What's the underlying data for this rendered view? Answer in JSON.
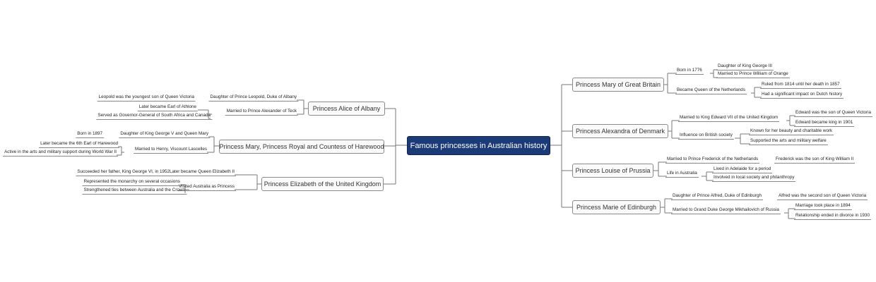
{
  "center": "Famous princesses in Australian history",
  "right": [
    {
      "title": "Princess Mary of Great Britain",
      "subs": [
        {
          "label": "Born in 1776",
          "children": [
            "Daughter of King George III",
            "Married to Prince William of Orange"
          ]
        },
        {
          "label": "Became Queen of the Netherlands",
          "children": [
            "Ruled from 1814 until her death in 1857",
            "Had a significant impact on Dutch history"
          ]
        }
      ]
    },
    {
      "title": "Princess Alexandra of Denmark",
      "subs": [
        {
          "label": "Married to King Edward VII of the United Kingdom",
          "children": [
            "Edward was the son of Queen Victoria",
            "Edward became king in 1901"
          ]
        },
        {
          "label": "Influence on British society",
          "children": [
            "Known for her beauty and charitable work",
            "Supported the arts and military welfare"
          ]
        }
      ]
    },
    {
      "title": "Princess Louise of Prussia",
      "subs": [
        {
          "label": "Married to Prince Frederick of the Netherlands",
          "children": [
            "Frederick was the son of King William II"
          ]
        },
        {
          "label": "Life in Australia",
          "children": [
            "Lived in Adelaide for a period",
            "Involved in local society and philanthropy"
          ]
        }
      ]
    },
    {
      "title": "Princess Marie of Edinburgh",
      "subs": [
        {
          "label": "Daughter of Prince Alfred, Duke of Edinburgh",
          "children": [
            "Alfred was the second son of Queen Victoria"
          ]
        },
        {
          "label": "Married to Grand Duke George Mikhailovich of Russia",
          "children": [
            "Marriage took place in 1894",
            "Relationship ended in divorce in 1930"
          ]
        }
      ]
    }
  ],
  "left": [
    {
      "title": "Princess Alice of Albany",
      "subs": [
        {
          "label": "Daughter of Prince Leopold, Duke of Albany",
          "children": [
            "Leopold was the youngest son of Queen Victoria"
          ]
        },
        {
          "label": "Married to Prince Alexander of Teck",
          "children": [
            "Later became Earl of Athlone",
            "Served as Governor-General of South Africa and Canada"
          ]
        }
      ]
    },
    {
      "title": "Princess Mary, Princess Royal and Countess of Harewood",
      "subs": [
        {
          "label": "Daughter of King George V and Queen Mary",
          "children": [
            "Born in 1897"
          ]
        },
        {
          "label": "Married to Henry, Viscount Lascelles",
          "children": [
            "Later became the 6th Earl of Harewood",
            "Active in the arts and military support during World War II"
          ]
        }
      ]
    },
    {
      "title": "Princess Elizabeth of the United Kingdom",
      "subs": [
        {
          "label": "Later became Queen Elizabeth II",
          "children": [
            "Succeeded her father, King George VI, in 1952"
          ]
        },
        {
          "label": "Visited Australia as Princess",
          "children": [
            "Represented the monarchy on several occasions",
            "Strengthened ties between Australia and the Crown"
          ]
        }
      ]
    }
  ]
}
